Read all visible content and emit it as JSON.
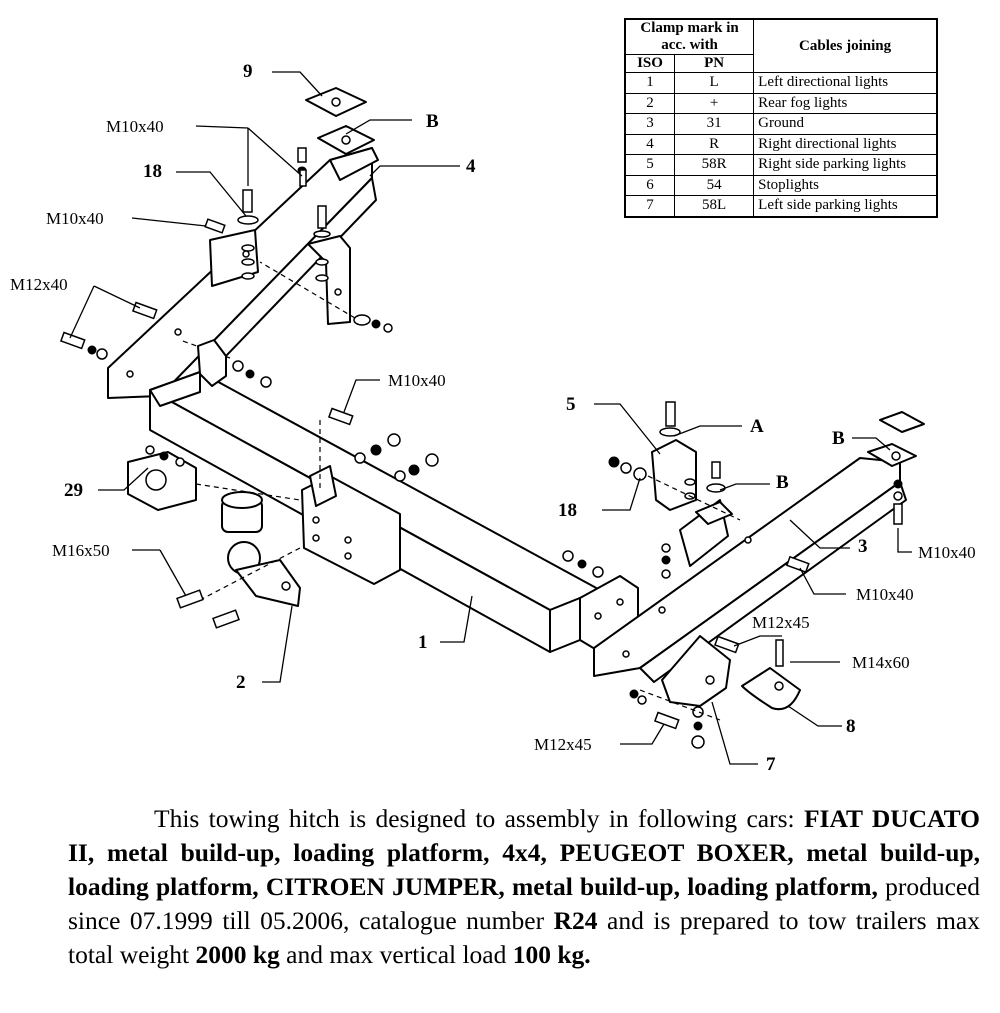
{
  "table": {
    "header_clamp": "Clamp mark in acc. with",
    "header_iso": "ISO",
    "header_pn": "PN",
    "header_cables": "Cables joining",
    "rows": [
      {
        "iso": "1",
        "pn": "L",
        "cable": "Left directional lights"
      },
      {
        "iso": "2",
        "pn": "+",
        "cable": "Rear fog lights"
      },
      {
        "iso": "3",
        "pn": "31",
        "cable": "Ground"
      },
      {
        "iso": "4",
        "pn": "R",
        "cable": "Right directional lights"
      },
      {
        "iso": "5",
        "pn": "58R",
        "cable": "Right side parking lights"
      },
      {
        "iso": "6",
        "pn": "54",
        "cable": "Stoplights"
      },
      {
        "iso": "7",
        "pn": "58L",
        "cable": "Left side parking lights"
      }
    ]
  },
  "callouts": {
    "n9": "9",
    "n18a": "18",
    "n4": "4",
    "n29": "29",
    "n2": "2",
    "n1": "1",
    "n5": "5",
    "n18b": "18",
    "n3": "3",
    "n8": "8",
    "n7": "7",
    "lB1": "B",
    "lA": "A",
    "lB2": "B",
    "lB3": "B",
    "m10x40_top": "M10x40",
    "m10x40_left": "M10x40",
    "m12x40": "M12x40",
    "m10x40_center": "M10x40",
    "m16x50": "M16x50",
    "m10x40_right1": "M10x40",
    "m10x40_right2": "M10x40",
    "m12x45_top": "M12x45",
    "m14x60": "M14x60",
    "m12x45_bottom": "M12x45"
  },
  "description": {
    "p1": "This towing hitch is designed to assembly in following cars: ",
    "b1": "FIAT DUCATO II, metal build-up, loading platform, 4x4, PEUGEOT BOXER, metal build-up, loading platform, CITROEN JUMPER, metal build-up, loading platform,",
    "p2": " produced since 07.1999 till 05.2006, catalogue number ",
    "b2": "R24",
    "p3": " and is prepared to tow trailers max total weight ",
    "b3": "2000 kg",
    "p4": " and max vertical load ",
    "b4": "100 kg.",
    "p5": ""
  }
}
